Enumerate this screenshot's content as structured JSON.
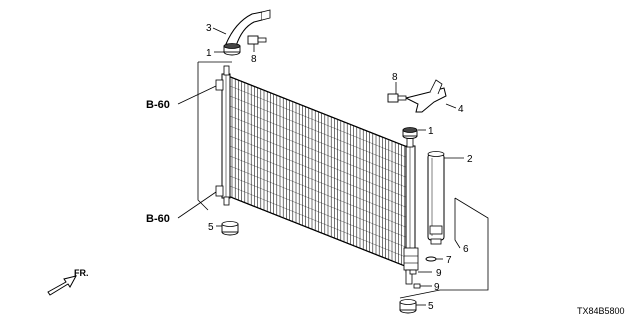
{
  "diagram": {
    "drawing_code": "TX84B5800",
    "references": {
      "b60_upper": "B-60",
      "b60_lower": "B-60"
    },
    "direction": {
      "label": "FR."
    },
    "callouts": {
      "c1_top": "1",
      "c1_mid": "1",
      "c2": "2",
      "c3": "3",
      "c4": "4",
      "c5_left": "5",
      "c5_bottom": "5",
      "c6": "6",
      "c7": "7",
      "c8_top": "8",
      "c8_right": "8",
      "c9_upper": "9",
      "c9_lower": "9"
    }
  }
}
